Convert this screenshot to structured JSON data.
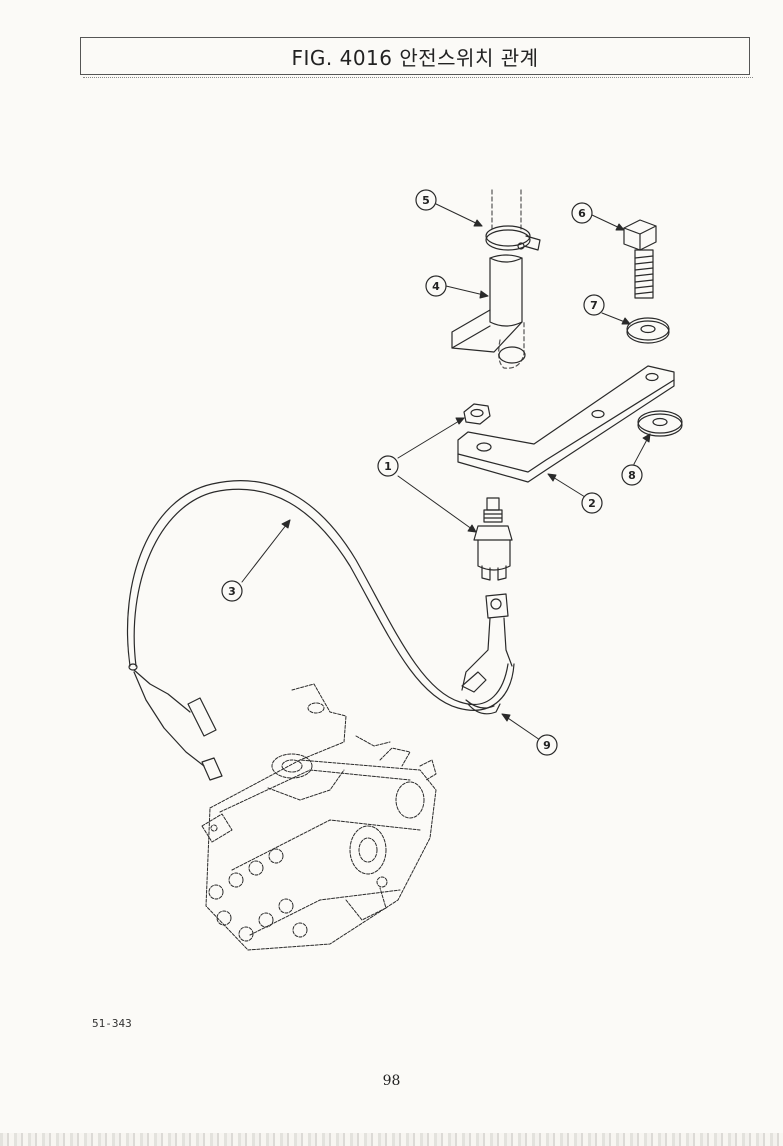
{
  "page": {
    "title": "FIG. 4016 안전스위치 관계",
    "figure_code": "51-343",
    "page_number": "98"
  },
  "callouts": [
    "1",
    "2",
    "3",
    "4",
    "5",
    "6",
    "7",
    "8",
    "9"
  ]
}
